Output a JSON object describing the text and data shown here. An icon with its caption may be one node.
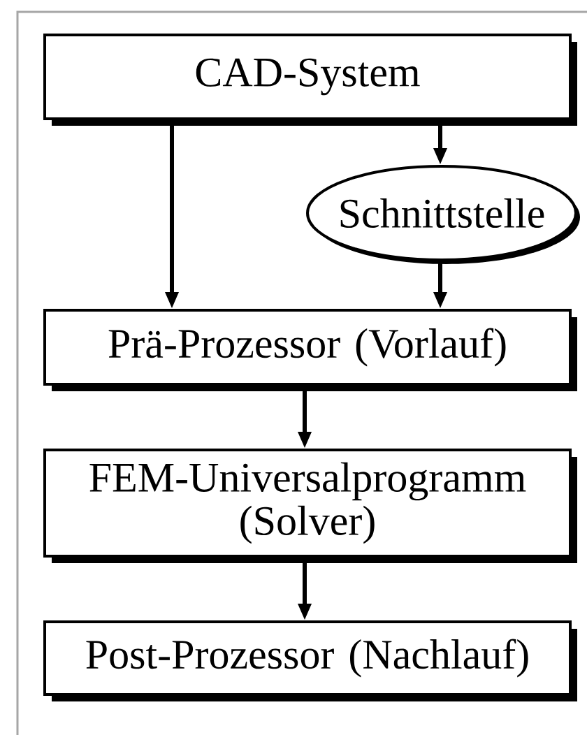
{
  "diagram": {
    "nodes": [
      {
        "text": [
          "CAD-System"
        ]
      },
      {
        "text": [
          "Schnittstelle"
        ]
      },
      {
        "text": [
          "Prä-Prozessor (Vorlauf)"
        ]
      },
      {
        "text": [
          "FEM-Universalprogramm (Solver)"
        ]
      },
      {
        "text": [
          "Post-Prozessor (Nachlauf)"
        ]
      }
    ],
    "edges": [
      {
        "from": 0,
        "to": 2,
        "arrow": "to"
      },
      {
        "from": 0,
        "to": 1,
        "arrow": "to"
      },
      {
        "from": 1,
        "to": 2,
        "arrow": "to"
      },
      {
        "from": 2,
        "to": 3,
        "arrow": "to"
      },
      {
        "from": 3,
        "to": 4,
        "arrow": "to"
      }
    ]
  }
}
